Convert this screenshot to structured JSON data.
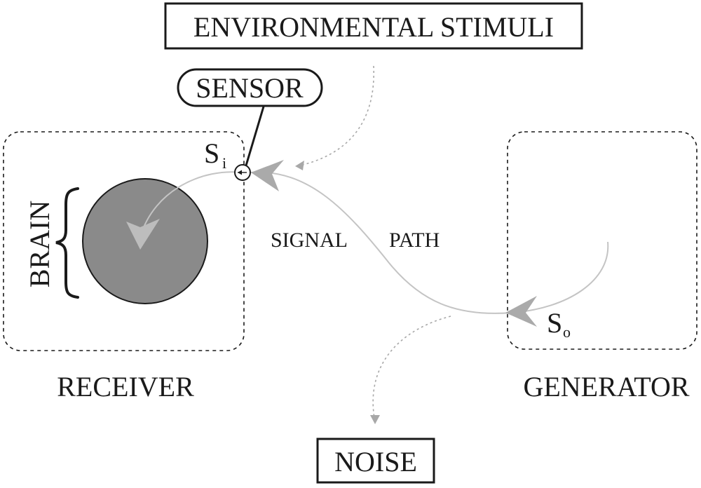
{
  "labels": {
    "environmental_stimuli": "ENVIRONMENTAL STIMULI",
    "sensor": "SENSOR",
    "si_main": "S",
    "si_sub": "i",
    "brain": "BRAIN",
    "signal": "SIGNAL",
    "path": "PATH",
    "so_main": "S",
    "so_sub": "o",
    "receiver": "RECEIVER",
    "generator": "GENERATOR",
    "noise": "NOISE"
  },
  "colors": {
    "ink": "#1a1a1a",
    "brain_fill": "#8a8a8a",
    "signal_path": "#c4c4c4",
    "arrowhead": "#aaaaaa",
    "dotted": "#a8a8a8"
  }
}
